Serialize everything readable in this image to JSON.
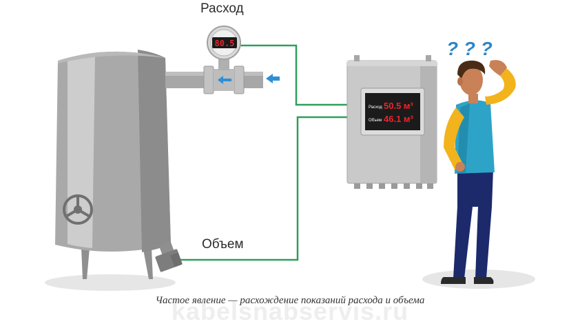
{
  "labels": {
    "flow": "Расход",
    "volume": "Объем"
  },
  "flowmeter": {
    "reading": "80.5"
  },
  "controller": {
    "row1_label": "Расход",
    "row1_value": "50.5 м³",
    "row2_label": "Объем",
    "row2_value": "46.1 м³"
  },
  "person": {
    "question_marks": "? ? ?"
  },
  "caption": "Частое явление — расхождение показаний расхода и объема",
  "watermark": "kabelsnabservis.ru",
  "colors": {
    "wire": "#2e9e5b",
    "arrow": "#2f8fd6",
    "display_digits": "#e8262b",
    "tank_body": "#a9a9a9",
    "cabinet": "#c9c9c9",
    "shirt": "#2ea3c8",
    "sleeve": "#f2b31d",
    "pants": "#1c2a6b",
    "question_marks": "#2f86c8"
  },
  "icons": [
    "flow-arrow-icon",
    "valve-wheel-icon",
    "question-mark-icon"
  ]
}
